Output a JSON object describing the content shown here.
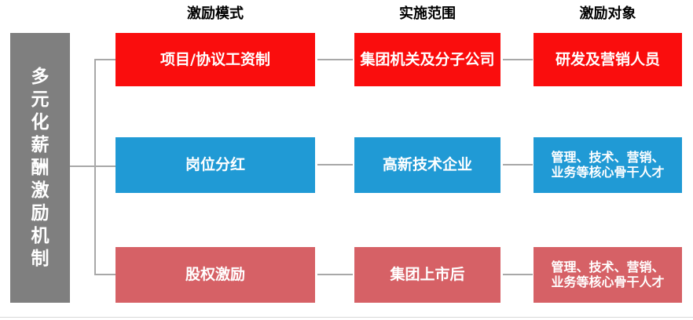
{
  "title_bar": {
    "label": "多元化薪酬激励机制"
  },
  "headers": {
    "mode": "激励模式",
    "scope": "实施范围",
    "target": "激励对象"
  },
  "rows": [
    {
      "mode": "项目/协议工资制",
      "scope": "集团机关及分子公司",
      "target": "研发及营销人员",
      "color": "#fa0d0d"
    },
    {
      "mode": "岗位分红",
      "scope": "高新技术企业",
      "target": "管理、技术、营销、\n业务等核心骨干人才",
      "color": "#209ad5"
    },
    {
      "mode": "股权激励",
      "scope": "集团上市后",
      "target": "管理、技术、营销、\n业务等核心骨干人才",
      "color": "#d66166"
    }
  ],
  "colors": {
    "bar_background": "#7f7f7f",
    "connector": "#a8a8a8",
    "box_text": "#ffffff",
    "header_text": "#000000",
    "red": "#fa0d0d",
    "blue": "#209ad5",
    "rose": "#d66166"
  }
}
